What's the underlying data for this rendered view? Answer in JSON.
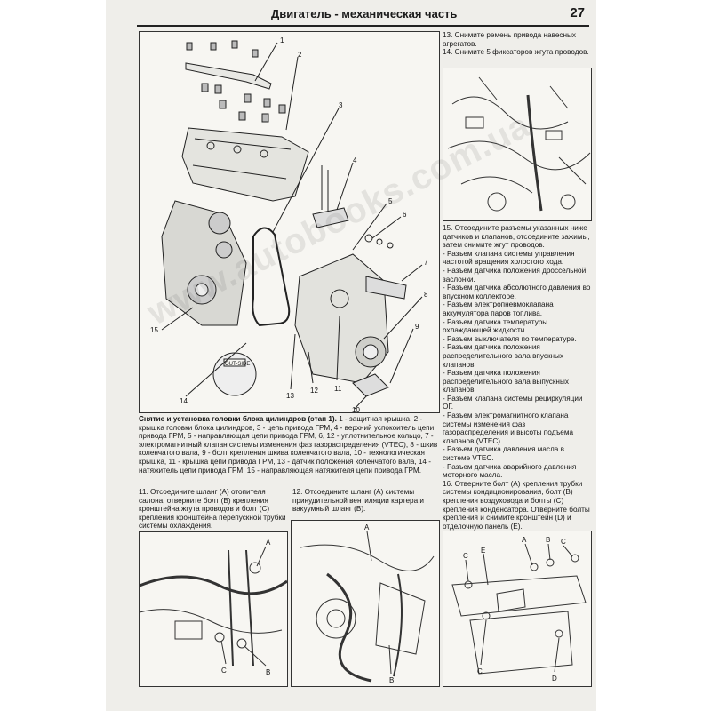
{
  "header": {
    "title": "Двигатель - механическая часть",
    "page_number": "27"
  },
  "main_figure": {
    "callouts": [
      "1",
      "2",
      "3",
      "4",
      "5",
      "6",
      "7",
      "8",
      "9",
      "10",
      "11",
      "12",
      "13",
      "14",
      "15"
    ],
    "stamp_text": "OUT-SIDE"
  },
  "main_caption": {
    "bold": "Снятие и установка головки блока цилиндров (этап 1).",
    "text": " 1 - защитная крышка, 2 - крышка головки блока цилиндров, 3 - цепь привода ГРМ, 4 - верхний успокоитель цепи привода ГРМ, 5 - направляющая цепи привода ГРМ, 6, 12 - уплотнительное кольцо, 7 - электромагнитный клапан системы изменения фаз газораспределения (VTEC), 8 - шкив коленчатого вала, 9 - болт крепления шкива коленчатого вала, 10 - технологическая крышка, 11 - крышка цепи привода ГРМ, 13 - датчик положения коленчатого вала, 14 - натяжитель цепи привода ГРМ, 15 - направляющая натяжителя цепи привода ГРМ."
  },
  "right_column": {
    "step13": "13. Снимите ремень привода навесных агрегатов.",
    "step14": "14. Снимите 5 фиксаторов жгута проводов.",
    "step15": "15. Отсоедините разъемы указанных ниже датчиков и клапанов, отсоедините зажимы, затем снимите жгут проводов.",
    "list": [
      "- Разъем клапана системы управления частотой вращения холостого хода.",
      "- Разъем датчика положения дроссельной заслонки.",
      "- Разъем датчика абсолютного давления во впускном коллекторе.",
      "- Разъем электропневмоклапана аккумулятора паров топлива.",
      "- Разъем датчика температуры охлаждающей жидкости.",
      "- Разъем выключателя по температуре.",
      "- Разъем датчика положения распределительного вала впускных клапанов.",
      "- Разъем датчика положения распределительного вала выпускных клапанов.",
      "- Разъем клапана системы рециркуляции ОГ.",
      "- Разъем электромагнитного клапана системы изменения фаз газораспределения и высоты подъема клапанов (VTEC).",
      "- Разъем датчика давления масла в системе VTEC.",
      "- Разъем датчика аварийного давления моторного масла."
    ],
    "step16": "16. Отверните болт (А) крепления трубки системы кондиционирования, болт (В) крепления воздуховода и болты (С) крепления конденсатора. Отверните болты крепления и снимите кронштейн (D) и отделочную панель (Е)."
  },
  "step11": "11. Отсоедините шланг (А) отопителя салона, отверните болт (В) крепления кронштейна жгута проводов и болт (С) крепления кронштейна перепускной трубки системы охлаждения.",
  "step12": "12. Отсоедините шланг (А) системы принудительной вентиляции картера и вакуумный шланг (В).",
  "labels": {
    "a": "A",
    "b": "B",
    "c": "C",
    "d": "D",
    "e": "E"
  },
  "watermark": "www.autobooks.com.ua"
}
